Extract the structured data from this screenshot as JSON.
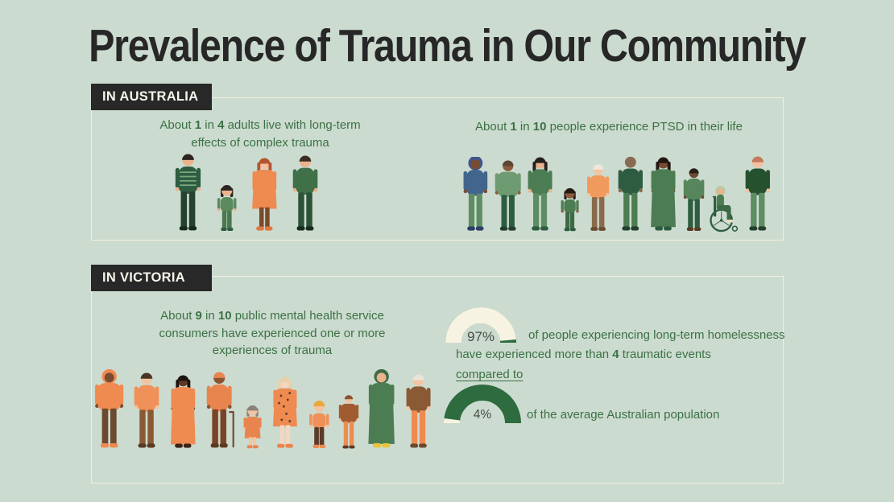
{
  "title": "Prevalence of Trauma in Our Community",
  "colors": {
    "background": "#ccdbcf",
    "panel_border": "#f2efdf",
    "label_background": "#282828",
    "label_text": "#f7f4ea",
    "body_text_green": "#3b7144",
    "title_text": "#272727",
    "gauge_value_cream": "#f7f3e2",
    "gauge_track_green": "#2e6b3f",
    "gauge_label_text": "#454e46",
    "highlight_orange": "#ef8a50"
  },
  "australia": {
    "label": "IN AUSTRALIA",
    "stat_complex_trauma": {
      "segments": [
        {
          "t": "About "
        },
        {
          "t": "1",
          "b": true
        },
        {
          "t": " in "
        },
        {
          "t": "4",
          "b": true
        },
        {
          "t": " adults live with long-term"
        },
        {
          "br": true
        },
        {
          "t": "effects of complex trauma"
        }
      ],
      "people": [
        {
          "kind": "adult",
          "h": 100,
          "skin": "#eab38e",
          "hair": "#2c2420",
          "hairstyle": "cap",
          "top": "#2e5c41",
          "striped": true,
          "stripe": "#79a87c",
          "bottom": "#24422e",
          "shoe": "#182b1e"
        },
        {
          "kind": "child",
          "h": 62,
          "skin": "#eab38e",
          "hair": "#2c2420",
          "hairstyle": "long",
          "top": "#5a8a5e",
          "bottom": "#4a7850",
          "shoe": "#2e5c41"
        },
        {
          "kind": "dress",
          "h": 95,
          "skin": "#f3c0a0",
          "hair": "#b3552f",
          "hairstyle": "long",
          "top": "#ef8a50",
          "bottom": "#7a4a2a",
          "shoe": "#e07840"
        },
        {
          "kind": "adult",
          "h": 98,
          "skin": "#eab38e",
          "hair": "#3a2d24",
          "hairstyle": "cap",
          "top": "#3f7048",
          "bottom": "#2c5238",
          "shoe": "#182b1e"
        }
      ]
    },
    "stat_ptsd": {
      "segments": [
        {
          "t": "About "
        },
        {
          "t": "1",
          "b": true
        },
        {
          "t": " in "
        },
        {
          "t": "10",
          "b": true
        },
        {
          "t": " people experience PTSD in their life"
        }
      ],
      "people": [
        {
          "kind": "adult",
          "h": 95,
          "skin": "#7a4b33",
          "hair": "#3d568f",
          "hairstyle": "afro",
          "top": "#41658c",
          "bottom": "#5d8d62",
          "shoe": "#2c3e66"
        },
        {
          "kind": "adult",
          "h": 92,
          "heavy": true,
          "skin": "#8a5a3b",
          "hair": "#5a4634",
          "hairstyle": "cap",
          "top": "#6f9b72",
          "bottom": "#2e5c41",
          "shoe": "#233f2c"
        },
        {
          "kind": "adult",
          "h": 96,
          "skin": "#eab38e",
          "hair": "#26201c",
          "hairstyle": "long",
          "top": "#4c7d52",
          "bottom": "#5d8d62",
          "shoe": "#2e5c41"
        },
        {
          "kind": "child",
          "h": 58,
          "skin": "#8a5a3b",
          "hair": "#241a12",
          "hairstyle": "long",
          "top": "#4c7d52",
          "bottom": "#3c6a46",
          "shoe": "#2e5c41"
        },
        {
          "kind": "adult",
          "h": 87,
          "skin": "#f2c5a2",
          "hair": "#eee8da",
          "hairstyle": "cap",
          "top": "#f09a5e",
          "bottom": "#8a6a4a",
          "shoe": "#6b4a2f"
        },
        {
          "kind": "adult",
          "h": 97,
          "skin": "#8a6a52",
          "hair": "#8a6a52",
          "hairstyle": "bald",
          "top": "#2e5c41",
          "bottom": "#4c7d52",
          "shoe": "#233f2c"
        },
        {
          "kind": "dressLong",
          "h": 96,
          "skin": "#7a4b33",
          "hair": "#201710",
          "hairstyle": "long",
          "top": "#4c7d52",
          "bottom": "#2e5c41",
          "shoe": "#2e5c41"
        },
        {
          "kind": "adult",
          "h": 82,
          "skin": "#6b4a35",
          "hair": "#2a1e16",
          "hairstyle": "cap",
          "top": "#57855c",
          "bottom": "#2e5c41",
          "shoe": "#5a3a22"
        },
        {
          "kind": "wheelchair",
          "h": 72,
          "skin": "#eab38e",
          "hair": "#b7c9a4",
          "hairstyle": "hijab",
          "top": "#4c7d52",
          "bottom": "#3c6a46",
          "shoe": "#e8dcc0",
          "wheel": "#2e5c41"
        },
        {
          "kind": "adult",
          "h": 97,
          "skin": "#f3c0a0",
          "hair": "#c47a5a",
          "hairstyle": "cap",
          "top": "#25512f",
          "bottom": "#5d8d62",
          "shoe": "#233f2c"
        }
      ]
    }
  },
  "victoria": {
    "label": "IN VICTORIA",
    "stat_mental_health": {
      "segments": [
        {
          "t": "About "
        },
        {
          "t": "9",
          "b": true
        },
        {
          "t": " in "
        },
        {
          "t": "10",
          "b": true
        },
        {
          "t": " public mental health service"
        },
        {
          "br": true
        },
        {
          "t": "consumers have experienced one or more"
        },
        {
          "br": true
        },
        {
          "t": "experiences of trauma"
        }
      ],
      "people": [
        {
          "kind": "adult",
          "h": 101,
          "heavy": true,
          "skin": "#7a4b33",
          "hair": "#ef8a50",
          "hairstyle": "hijab",
          "top": "#ef8a50",
          "bottom": "#6b4a2f",
          "shoe": "#ef8a50"
        },
        {
          "kind": "adult",
          "h": 98,
          "skin": "#f2c5a2",
          "hair": "#4a3425",
          "hairstyle": "cap",
          "top": "#f0915a",
          "bottom": "#8a5a35",
          "shoe": "#5a3a22"
        },
        {
          "kind": "dressLong",
          "h": 95,
          "skin": "#5d3a28",
          "hair": "#1d140e",
          "hairstyle": "long",
          "top": "#ef8a50",
          "bottom": "#ef8a50",
          "shoe": "#3a2418"
        },
        {
          "kind": "adult",
          "h": 99,
          "cane": true,
          "skin": "#8a5432",
          "hair": "#e8854e",
          "hairstyle": "cap",
          "top": "#e8854e",
          "bottom": "#7a4526",
          "shoe": "#5a3a22"
        },
        {
          "kind": "child",
          "h": 58,
          "dress": true,
          "skin": "#f2c5a2",
          "hair": "#8a8178",
          "hairstyle": "long",
          "top": "#e8854e",
          "bottom": "#f2c5a2",
          "shoe": "#e8854e"
        },
        {
          "kind": "dress",
          "h": 93,
          "dots": true,
          "dotColor": "#5d3a28",
          "skin": "#f5d6c0",
          "hair": "#e8d0a8",
          "hairstyle": "long",
          "top": "#ef8a50",
          "bottom": "#f5d6c0",
          "shoe": "#e8854e"
        },
        {
          "kind": "child",
          "h": 64,
          "skin": "#f2c5a2",
          "hair": "#e8a83e",
          "hairstyle": "cap",
          "top": "#f0915a",
          "bottom": "#5d3a28",
          "shoe": "#ef8a50"
        },
        {
          "kind": "adult",
          "h": 70,
          "heavy": true,
          "skin": "#f2c5a2",
          "hair": "#8a5432",
          "hairstyle": "cap",
          "top": "#a05c30",
          "bottom": "#ef8a50",
          "shoe": "#5a3a22"
        },
        {
          "kind": "dressLong",
          "h": 101,
          "skin": "#eab38e",
          "hair": "#3c6a46",
          "hairstyle": "hijab",
          "top": "#4c7d52",
          "bottom": "#4c7d52",
          "shoe": "#e8c43e"
        },
        {
          "kind": "adult",
          "h": 96,
          "skin": "#f2c5a2",
          "hair": "#e9e4d8",
          "hairstyle": "cap",
          "top": "#8a5a35",
          "bottom": "#ef8a50",
          "shoe": "#6b4a2f"
        }
      ]
    },
    "homelessness": {
      "gauge_97": {
        "value_pct": 97,
        "label": "97%"
      },
      "line1": "of people experiencing long-term homelessness",
      "line2_segments": [
        {
          "t": "have experienced more than "
        },
        {
          "t": "4",
          "b": true
        },
        {
          "t": " traumatic events"
        }
      ],
      "compare_label": "compared to",
      "gauge_4": {
        "value_pct": 4,
        "label": "4%"
      },
      "line3": "of the average Australian population"
    }
  },
  "chart_data": [
    {
      "type": "pictogram",
      "region": "Australia",
      "title": "About 1 in 4 adults live with long-term effects of complex trauma",
      "numerator": 1,
      "denominator": 4,
      "figures_total": 4,
      "figures_highlighted_orange": 1,
      "base_color": "green",
      "highlight_color": "#ef8a50"
    },
    {
      "type": "pictogram",
      "region": "Australia",
      "title": "About 1 in 10 people experience PTSD in their life",
      "numerator": 1,
      "denominator": 10,
      "figures_total": 10,
      "figures_highlighted_orange": 1,
      "base_color": "green",
      "highlight_color": "#ef8a50"
    },
    {
      "type": "pictogram",
      "region": "Victoria",
      "title": "About 9 in 10 public mental health service consumers have experienced one or more experiences of trauma",
      "numerator": 9,
      "denominator": 10,
      "figures_total": 10,
      "figures_highlighted_orange": 9,
      "base_color": "orange",
      "highlight_color": "#ef8a50"
    },
    {
      "type": "gauge",
      "region": "Victoria",
      "value_pct": 97,
      "label": "97%",
      "description": "of people experiencing long-term homelessness have experienced more than 4 traumatic events",
      "value_color": "#f7f3e2",
      "track_color": "#2e6b3f",
      "shape": "semicircle-donut"
    },
    {
      "type": "gauge",
      "region": "Victoria",
      "value_pct": 4,
      "label": "4%",
      "description": "of the average Australian population",
      "comparison_note": "compared to",
      "value_color": "#f7f3e2",
      "track_color": "#2e6b3f",
      "shape": "semicircle-donut"
    }
  ]
}
